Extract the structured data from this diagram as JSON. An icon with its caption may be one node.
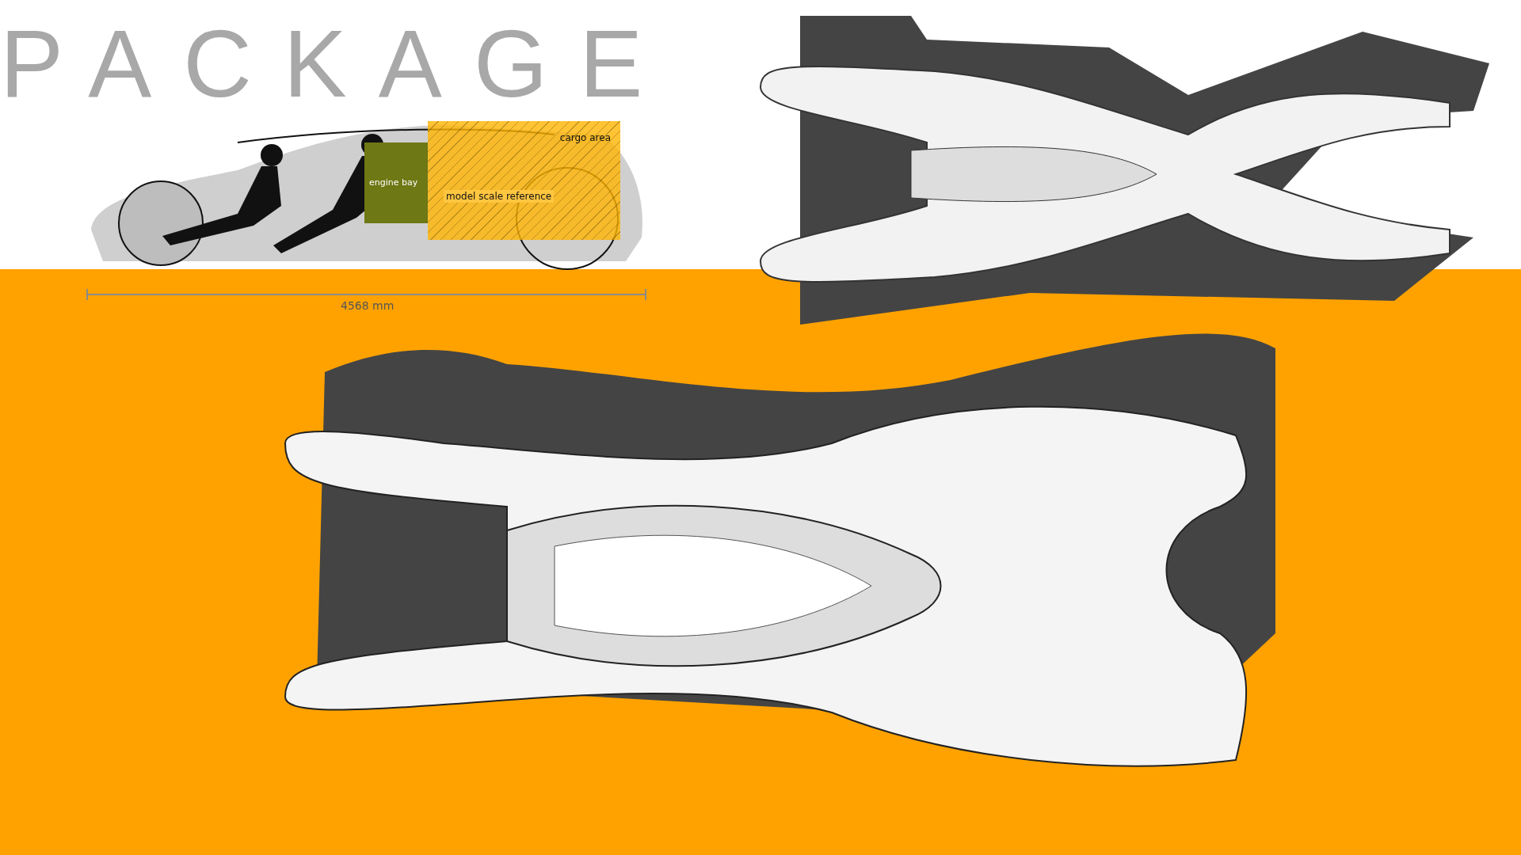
{
  "diagram": {
    "title": "PACKAGE",
    "nodes": [
      {
        "text": [
          "cargo area"
        ]
      },
      {
        "text": [
          "engine bay"
        ]
      }
    ],
    "edges": [],
    "labels": [
      "model scale reference",
      "4568 mm"
    ]
  }
}
